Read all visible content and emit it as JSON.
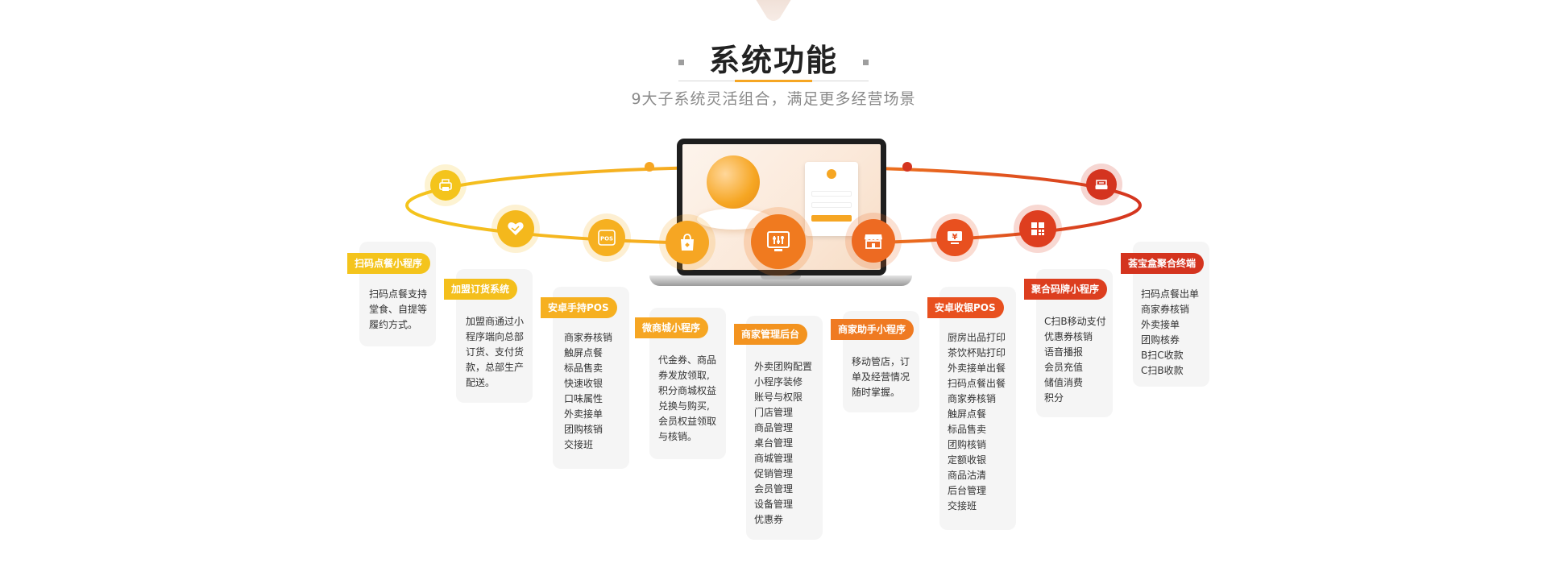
{
  "header": {
    "title": "系统功能",
    "subtitle": "9大子系统灵活组合，满足更多经营场景"
  },
  "colors": {
    "yellow": "#f4c41c",
    "orange": "#f6a623",
    "deep_orange": "#f07a1f",
    "red_orange": "#e8501f",
    "red": "#d4341f",
    "card_bg": "#f5f5f5"
  },
  "nodes": [
    {
      "icon": "printer-icon"
    },
    {
      "icon": "heart-handshake-icon"
    },
    {
      "icon": "pos-terminal-icon",
      "text": "POS"
    },
    {
      "icon": "shopping-bag-icon"
    },
    {
      "icon": "sliders-monitor-icon"
    },
    {
      "icon": "storefront-icon"
    },
    {
      "icon": "yuan-register-icon"
    },
    {
      "icon": "qr-grid-icon"
    },
    {
      "icon": "cash-box-icon"
    }
  ],
  "cards": [
    {
      "label": "扫码点餐小程序",
      "text": [
        "扫码点餐支持",
        "堂食、自提等",
        "履约方式。"
      ]
    },
    {
      "label": "加盟订货系统",
      "text": [
        "加盟商通过小",
        "程序端向总部",
        "订货、支付货",
        "款，总部生产",
        "配送。"
      ]
    },
    {
      "label": "安卓手持POS",
      "items": [
        "商家券核销",
        "触屏点餐",
        "标品售卖",
        "快速收银",
        "口味属性",
        "外卖接单",
        "团购核销",
        "交接班"
      ]
    },
    {
      "label": "微商城小程序",
      "text": [
        "代金券、商品",
        "券发放领取,",
        "积分商城权益",
        "兑换与购买,",
        "会员权益领取",
        "与核销。"
      ]
    },
    {
      "label": "商家管理后台",
      "items": [
        "外卖团购配置",
        "小程序装修",
        "账号与权限",
        "门店管理",
        "商品管理",
        "桌台管理",
        "商城管理",
        "促销管理",
        "会员管理",
        "设备管理",
        "优惠券"
      ]
    },
    {
      "label": "商家助手小程序",
      "text": [
        "移动管店，订",
        "单及经营情况",
        "随时掌握。"
      ]
    },
    {
      "label": "安卓收银POS",
      "items": [
        "厨房出品打印",
        "茶饮杯贴打印",
        "外卖接单出餐",
        "扫码点餐出餐",
        "商家券核销",
        "触屏点餐",
        "标品售卖",
        "团购核销",
        "定额收银",
        "商品沽清",
        "后台管理",
        "交接班"
      ]
    },
    {
      "label": "聚合码牌小程序",
      "items": [
        "C扫B移动支付",
        "优惠券核销",
        "语音播报",
        "会员充值",
        "储值消费",
        "积分"
      ]
    },
    {
      "label": "荟宝盒聚合终端",
      "items": [
        "扫码点餐出单",
        "商家券核销",
        "外卖接单",
        "团购核券",
        "B扫C收款",
        "C扫B收款"
      ]
    }
  ]
}
